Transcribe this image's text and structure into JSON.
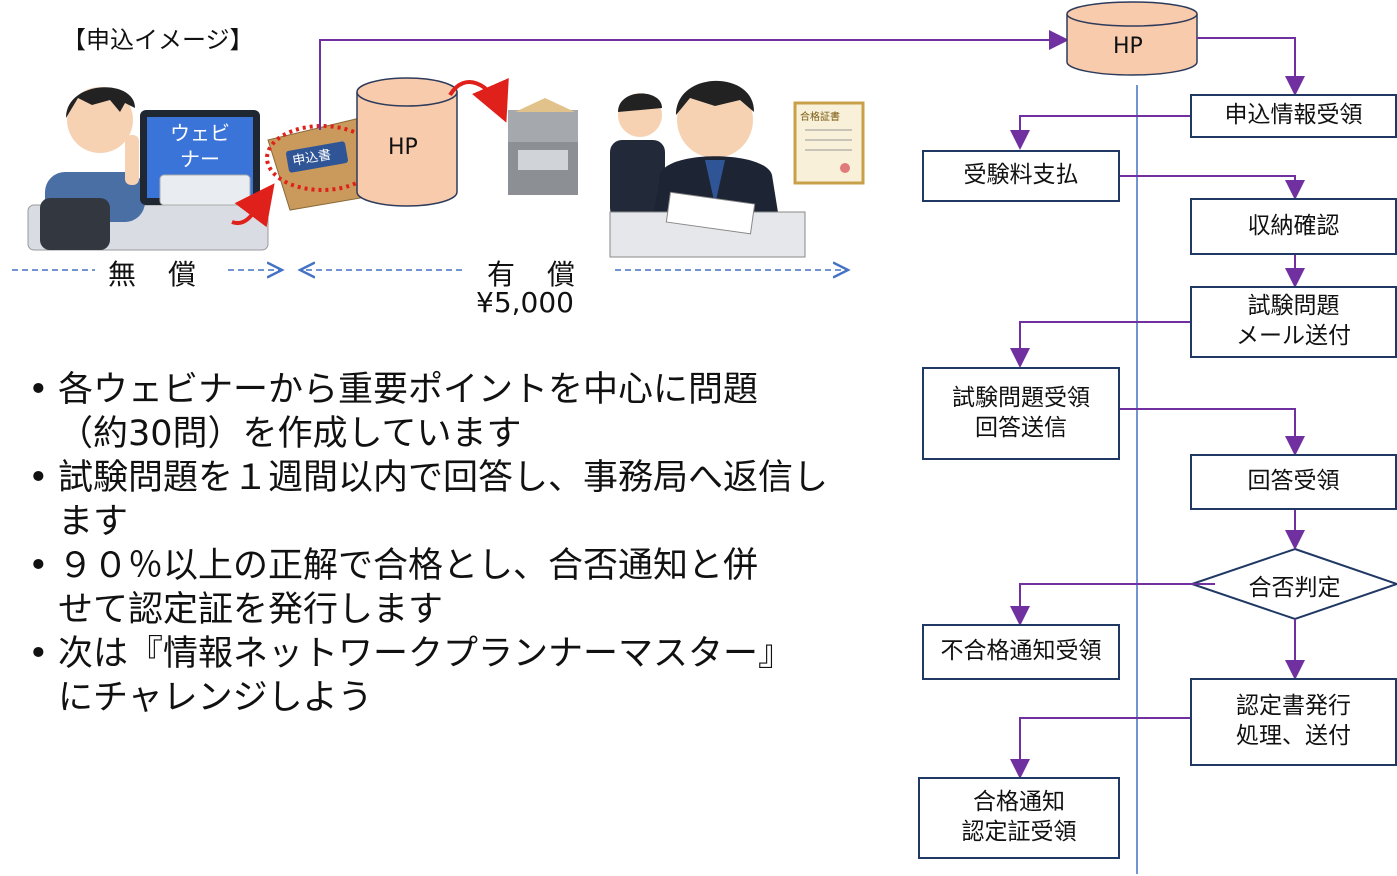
{
  "illustration": {
    "title": "【申込イメージ】",
    "screen_text": "ウェビ\nナー",
    "form_tag": "申込書",
    "hp_label": "HP",
    "certificate_text": "合格証書",
    "free_label": "無　償",
    "paid_label": "有　償",
    "price": "¥5,000"
  },
  "bullets": [
    {
      "mark": "•",
      "text": "各ウェビナーから重要ポイントを中心に問題\n（約30問）を作成しています"
    },
    {
      "mark": "•",
      "text": "試験問題を１週間以内で回答し、事務局へ返信し\nます"
    },
    {
      "mark": "•",
      "text": "９０％以上の正解で合格とし、合否通知と併\nせて認定証を発行します"
    },
    {
      "mark": "•",
      "text": "次は『情報ネットワークプランナーマスター』\nにチャレンジしよう"
    }
  ],
  "flow": {
    "hp": "HP",
    "receive_application": "申込情報受領",
    "pay_fee": "受験料支払",
    "confirm_payment": "収納確認",
    "send_exam": "試験問題\nメール送付",
    "receive_exam": "試験問題受領\n回答送信",
    "receive_answers": "回答受領",
    "judge": "合否判定",
    "fail_notice": "不合格通知受領",
    "issue_certificate": "認定書発行\n処理、送付",
    "pass_notice": "合格通知\n認定証受領"
  },
  "colors": {
    "arrow": "#7030A0",
    "box_border": "#1F3864",
    "db_fill": "#F8CBAD",
    "db_stroke": "#2E3B5B",
    "screen_blue": "#3B74D8",
    "divider": "#4472C4",
    "dash": "#4472C4",
    "red": "#E0201B"
  }
}
